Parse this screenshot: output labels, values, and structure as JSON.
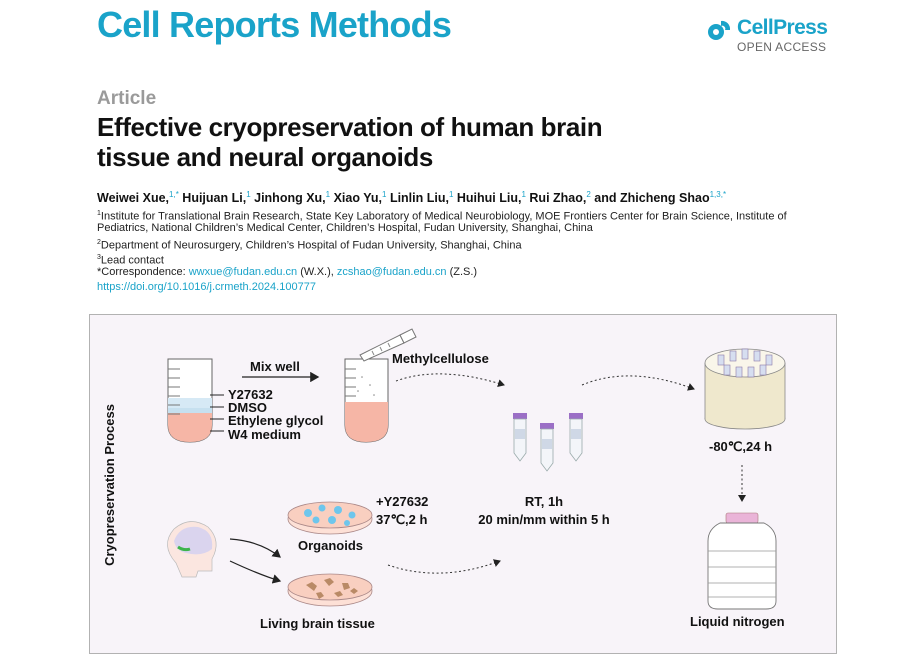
{
  "header": {
    "journal": "Cell Reports Methods",
    "publisher": "CellPress",
    "access": "OPEN ACCESS",
    "brand_color": "#1aa3c9"
  },
  "article": {
    "type": "Article",
    "title": "Effective cryopreservation of human brain tissue and neural organoids",
    "authors": [
      {
        "name": "Weiwei Xue,",
        "sup": "1,*"
      },
      {
        "name": "Huijuan Li,",
        "sup": "1"
      },
      {
        "name": "Jinhong Xu,",
        "sup": "1"
      },
      {
        "name": "Xiao Yu,",
        "sup": "1"
      },
      {
        "name": "Linlin Liu,",
        "sup": "1"
      },
      {
        "name": "Huihui Liu,",
        "sup": "1"
      },
      {
        "name": "Rui Zhao,",
        "sup": "2"
      },
      {
        "name": "and Zhicheng Shao",
        "sup": "1,3,*"
      }
    ],
    "affiliations": [
      {
        "sup": "1",
        "text": "Institute for Translational Brain Research, State Key Laboratory of Medical Neurobiology, MOE Frontiers Center for Brain Science, Institute of"
      },
      {
        "sup": "",
        "text": "Pediatrics, National Children’s Medical Center, Children’s Hospital, Fudan University, Shanghai, China"
      },
      {
        "sup": "2",
        "text": "Department of Neurosurgery, Children’s Hospital of Fudan University, Shanghai, China"
      },
      {
        "sup": "3",
        "text": "Lead contact"
      }
    ],
    "correspondence": {
      "label": "*Correspondence:",
      "email1": "wwxue@fudan.edu.cn",
      "who1": "(W.X.),",
      "email2": "zcshao@fudan.edu.cn",
      "who2": "(Z.S.)"
    },
    "doi": "https://doi.org/10.1016/j.crmeth.2024.100777"
  },
  "figure": {
    "side_label": "Cryopreservation Process",
    "mix_well": "Mix well",
    "methylcellulose": "Methylcellulose",
    "layers": [
      "Y27632",
      "DMSO",
      "Ethylene glycol",
      "W4 medium"
    ],
    "freezer": "-80℃,24 h",
    "treatment_line1": "+Y27632",
    "treatment_line2": "37℃,2 h",
    "rt_line1": "RT, 1h",
    "rt_line2": "20 min/mm within 5 h",
    "organoids": "Organoids",
    "brain_tissue": "Living brain tissue",
    "liquid_nitrogen": "Liquid nitrogen"
  }
}
